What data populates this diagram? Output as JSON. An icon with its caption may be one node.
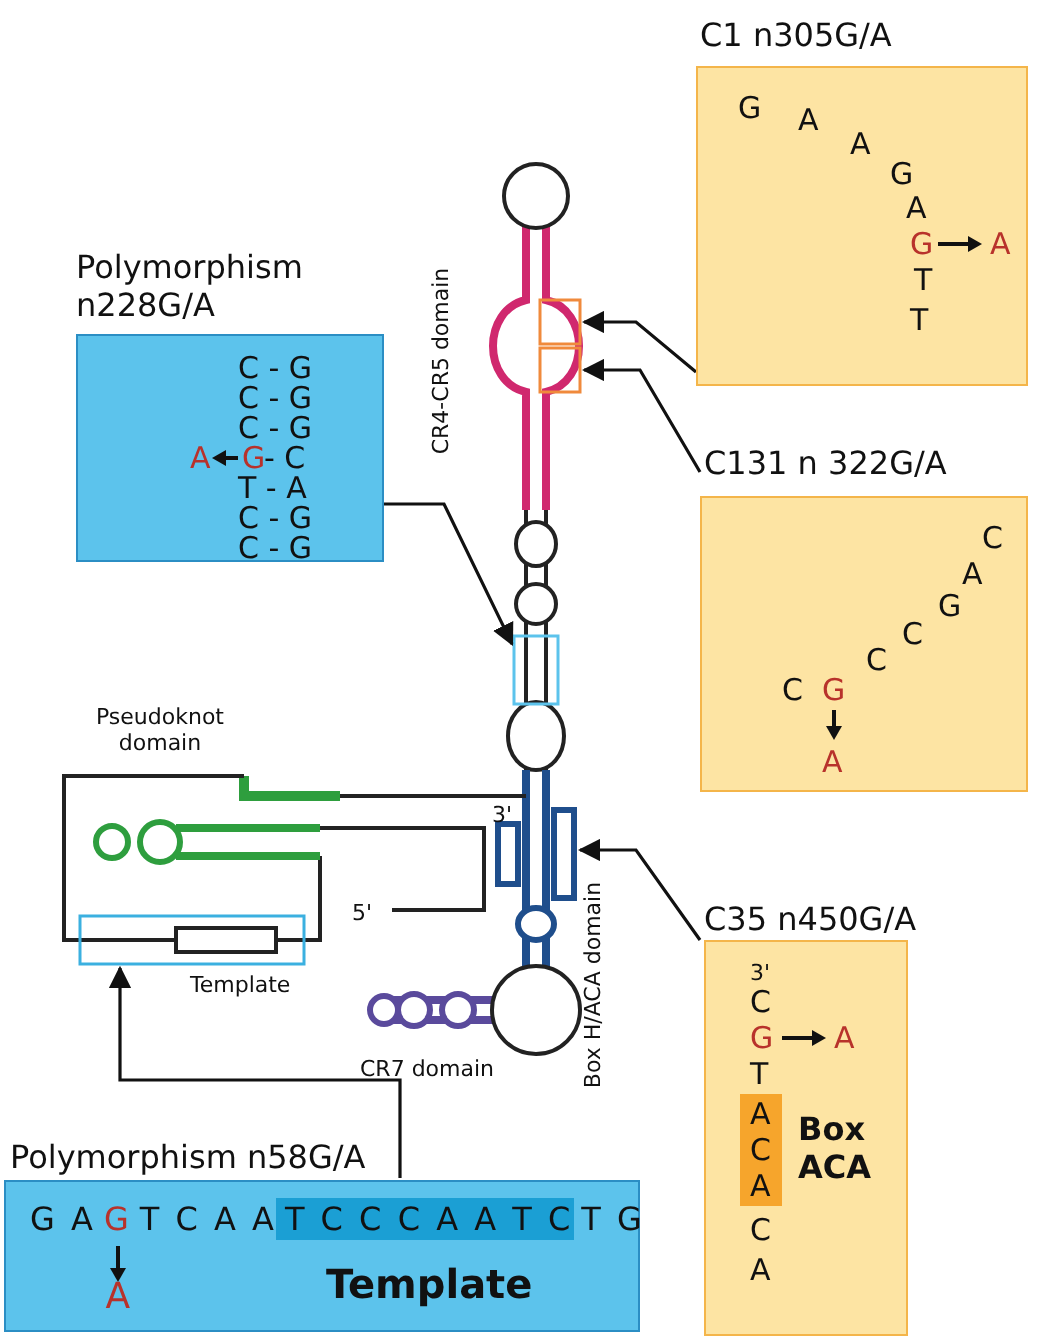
{
  "diagram": {
    "nodes": [
      {
        "text": [
          "Polymorphism n228G/A",
          "C - G",
          "C - G",
          "C - G",
          "A",
          "G",
          "- C",
          "T - A",
          "C - G",
          "C - G"
        ]
      },
      {
        "text": [
          "C1 n305G/A",
          "G",
          "A",
          "A",
          "G",
          "A",
          "G",
          "A",
          "T",
          "T"
        ]
      },
      {
        "text": [
          "C131 n 322G/A",
          "C",
          "A",
          "G",
          "C",
          "C",
          "C",
          "G",
          "A"
        ]
      },
      {
        "text": [
          "C35 n450G/A",
          "3'",
          "C",
          "G",
          "A",
          "T",
          "A",
          "C",
          "A",
          "Box ACA",
          "C",
          "A"
        ]
      },
      {
        "text": [
          "Polymorphism n58G/A",
          "G A",
          "G",
          "T C A A",
          "T C C C A A T C",
          "T G",
          "A",
          "Template"
        ]
      },
      {
        "text": [],
        "shape": "box"
      },
      {
        "text": [],
        "shape": "box"
      },
      {
        "text": [],
        "shape": "box"
      },
      {
        "text": [],
        "shape": "box",
        "beside": [
          "Template"
        ]
      },
      {
        "text": [],
        "shape": "box"
      }
    ],
    "edges": [
      {
        "from": 1,
        "to": 5,
        "arrow": "to"
      },
      {
        "from": 2,
        "to": 6,
        "arrow": "to"
      },
      {
        "from": 0,
        "to": 7,
        "arrow": "to"
      },
      {
        "from": 3,
        "to": 9,
        "arrow": "to"
      },
      {
        "from": 4,
        "to": 8,
        "arrow": "to"
      }
    ],
    "labels": [
      "CR4-CR5 domain",
      "Pseudoknot domain",
      "3'",
      "5'",
      "Box H/ACA domain",
      "CR7 domain"
    ]
  }
}
